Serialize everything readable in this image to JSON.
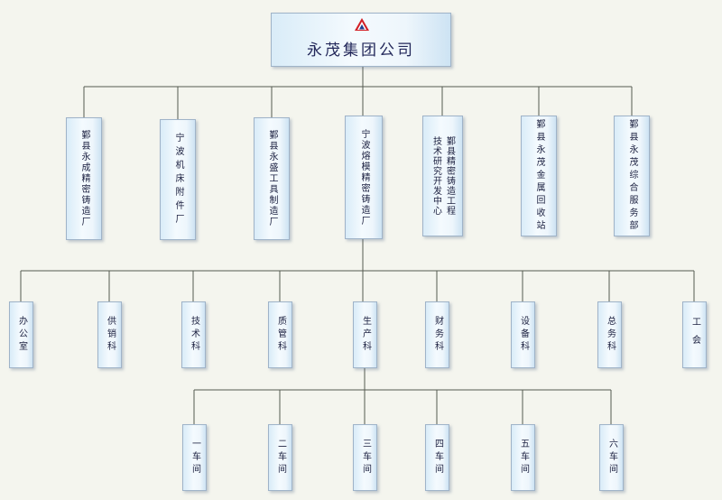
{
  "root": {
    "title": "永茂集团公司",
    "logo_icon": "company-logo-icon"
  },
  "level1": [
    {
      "label": "鄞县永成精密铸造厂"
    },
    {
      "label": "宁波机床附件厂"
    },
    {
      "label": "鄞县永盛工具制造厂"
    },
    {
      "label": "宁波熔模精密铸造厂"
    },
    {
      "label": "鄞县精密铸造工程技术研究开发中心",
      "col1": "技术研究开发中心",
      "col2": "鄞县精密铸造工程"
    },
    {
      "label": "鄞县永茂金属回收站"
    },
    {
      "label": "鄞县永茂综合服务部"
    }
  ],
  "level2": [
    {
      "label": "办公室"
    },
    {
      "label": "供销科"
    },
    {
      "label": "技术科"
    },
    {
      "label": "质管科"
    },
    {
      "label": "生产科"
    },
    {
      "label": "财务科"
    },
    {
      "label": "设备科"
    },
    {
      "label": "总务科"
    },
    {
      "label": "工会"
    }
  ],
  "level3": [
    {
      "label": "一车间"
    },
    {
      "label": "二车间"
    },
    {
      "label": "三车间"
    },
    {
      "label": "四车间"
    },
    {
      "label": "五车间"
    },
    {
      "label": "六车间"
    }
  ],
  "colors": {
    "line": "#555a50",
    "box_border": "#9fb3c8",
    "text": "#1b2040",
    "logo_red": "#d21f26",
    "logo_blue": "#1f3f8f"
  }
}
